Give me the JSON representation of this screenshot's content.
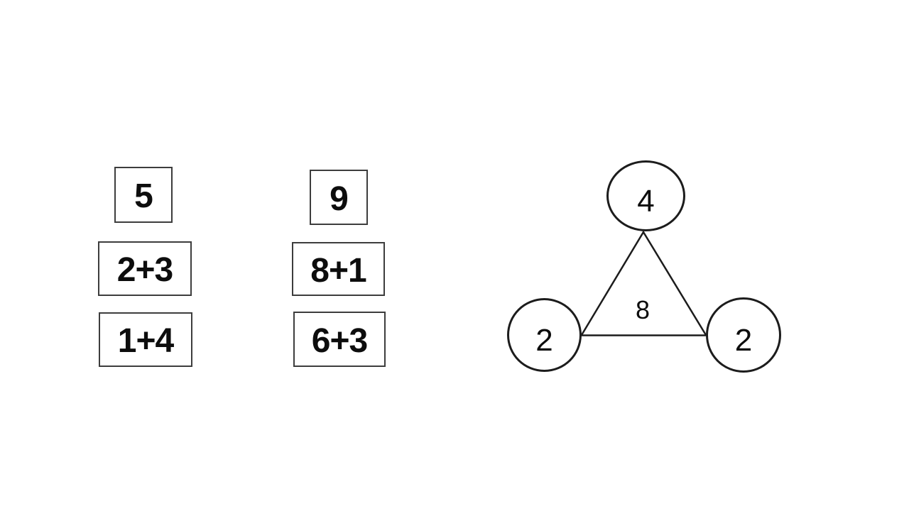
{
  "colors": {
    "background": "#ffffff",
    "box_border": "#3d3d3d",
    "circle_border": "#1c1c1c",
    "line": "#1c1c1c",
    "text": "#0d0d0d"
  },
  "match_columns": [
    {
      "target_box": "5",
      "expression_boxes": [
        "2+3",
        "1+4"
      ]
    },
    {
      "target_box": "9",
      "expression_boxes": [
        "8+1",
        "6+3"
      ]
    }
  ],
  "number_bond": {
    "top_circle": "4",
    "bottom_left_circle": "2",
    "bottom_right_circle": "2",
    "center_label": "8"
  }
}
